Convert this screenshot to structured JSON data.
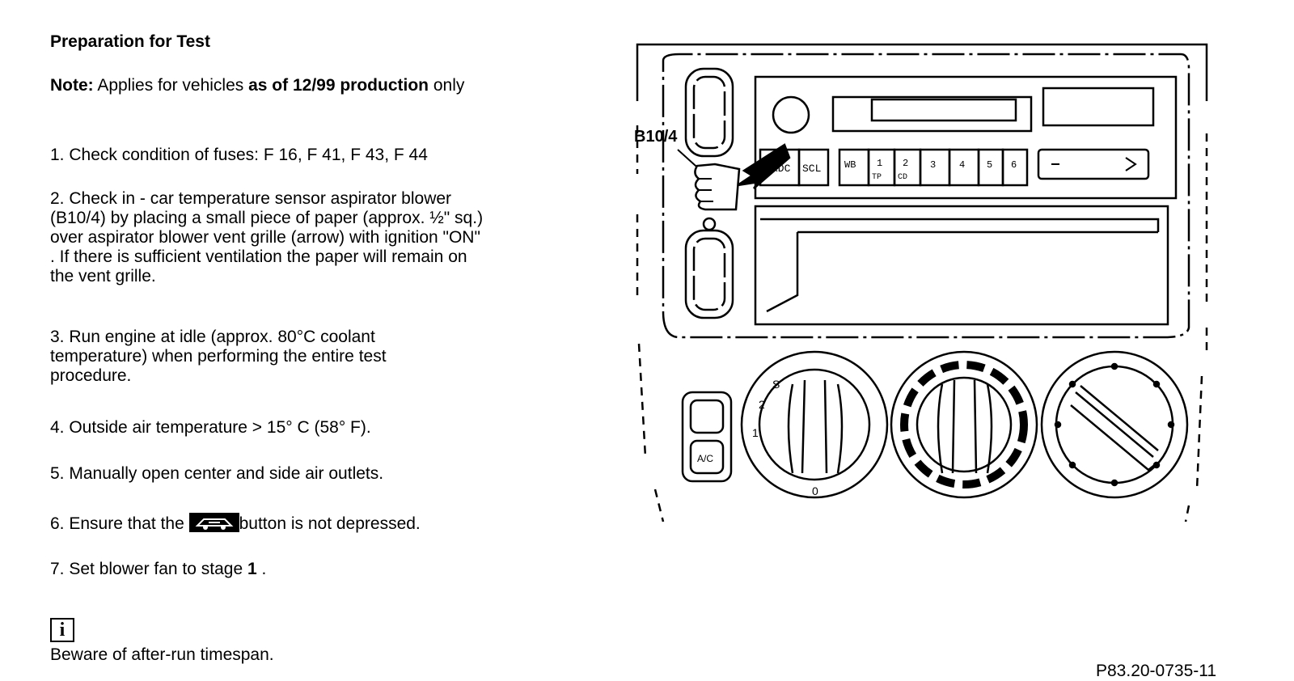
{
  "heading": "Preparation for Test",
  "note": {
    "label": "Note:",
    "text1": " Applies for vehicles ",
    "bold": "as of 12/99 production",
    "text2": " only"
  },
  "steps": {
    "s1": "1. Check condition of fuses: F 16, F 41, F 43, F 44",
    "s2": "2. Check in - car temperature sensor aspirator blower (B10/4) by placing a small piece of paper (approx. ½\" sq.) over aspirator blower vent grille (arrow) with ignition \"ON\" . If there is sufficient ventilation the paper will remain on the vent grille.",
    "s3": "3. Run engine at idle (approx. 80°C coolant temperature) when performing the entire test procedure.",
    "s4": "4. Outside air temperature > 15° C (58° F).",
    "s5": "5. Manually open center and side air outlets.",
    "s6a": "6. Ensure that the ",
    "s6b": "button is not depressed.",
    "s7a": "7. Set blower fan to stage ",
    "s7b": "1",
    "s7c": " ."
  },
  "info": {
    "icon": "i",
    "text": "Beware of after-run timespan."
  },
  "figure": {
    "callout": "B10/4",
    "radio_buttons": [
      "RDC",
      "SCL",
      "WB",
      "1",
      "2",
      "3",
      "4",
      "5",
      "6"
    ],
    "radio_sub": [
      "TP",
      "CD"
    ],
    "ac_label": "A/C",
    "fan_labels": [
      "S",
      "2",
      "1",
      "0"
    ],
    "id": "P83.20-0735-11"
  },
  "colors": {
    "line": "#000000",
    "bg": "#ffffff"
  }
}
